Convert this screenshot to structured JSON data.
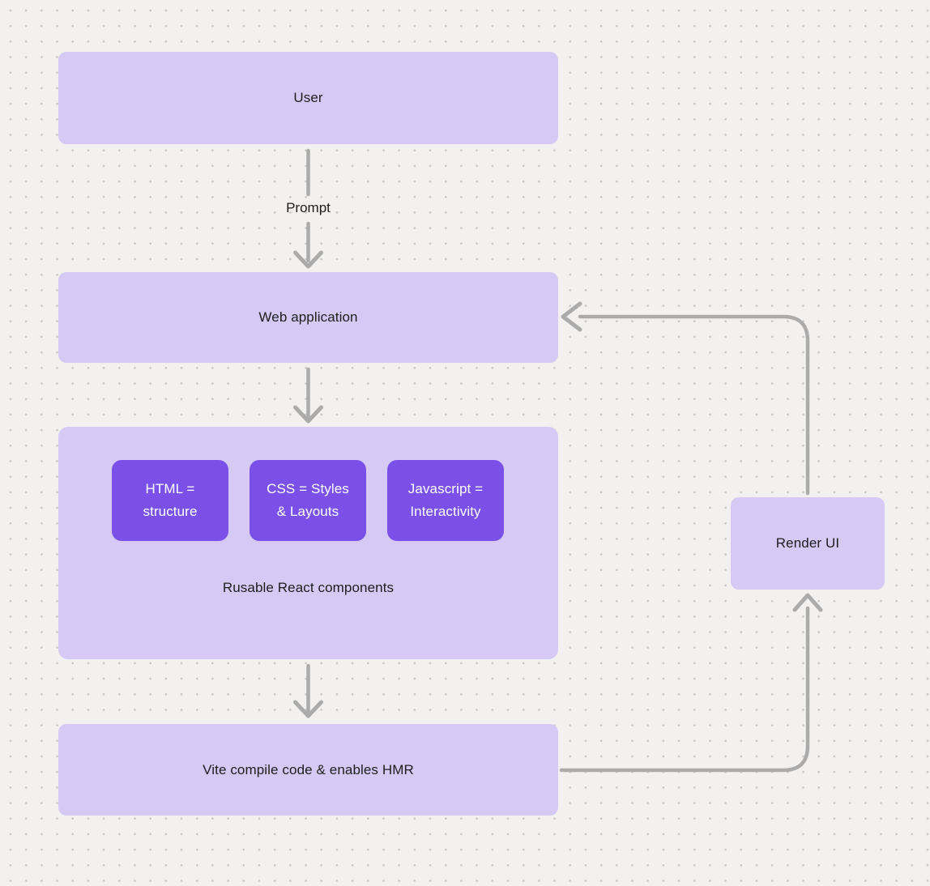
{
  "palette": {
    "canvas_bg": "#f2f1f0",
    "dot_color": "#c9c6c3",
    "node_fill": "#d6c9f4",
    "chip_fill": "#7a50e9",
    "chip_text": "#ffffff",
    "text": "#1e1e1e",
    "arrow": "#ababab"
  },
  "nodes": {
    "user": {
      "label": "User"
    },
    "web_application": {
      "label": "Web application"
    },
    "components": {
      "caption": "Rusable React components",
      "chips": [
        {
          "lines": [
            "HTML =",
            "structure"
          ]
        },
        {
          "lines": [
            "CSS = Styles",
            "& Layouts"
          ]
        },
        {
          "lines": [
            "Javascript =",
            "Interactivity"
          ]
        }
      ]
    },
    "vite": {
      "label": "Vite compile code & enables HMR"
    },
    "render_ui": {
      "label": "Render UI"
    }
  },
  "edges": {
    "user_to_webapp": {
      "from": "user",
      "to": "web_application",
      "label": "Prompt"
    },
    "webapp_to_components": {
      "from": "web_application",
      "to": "components"
    },
    "components_to_vite": {
      "from": "components",
      "to": "vite"
    },
    "vite_to_render_ui": {
      "from": "vite",
      "to": "render_ui"
    },
    "render_ui_to_webapp": {
      "from": "render_ui",
      "to": "web_application"
    }
  }
}
